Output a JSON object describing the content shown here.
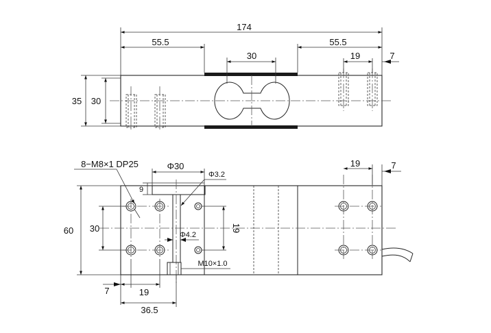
{
  "top_view": {
    "dims": {
      "length_total": "174",
      "left_offset": "55.5",
      "right_offset": "55.5",
      "center_gap": "30",
      "hole_pitch": "19",
      "edge_offset": "7",
      "height_outer": "35",
      "height_inner": "30"
    }
  },
  "bottom_view": {
    "dims": {
      "thread_spec": "8−M8×1 DP25",
      "diameter_30": "Φ30",
      "diameter_3_2": "Φ3.2",
      "depth_9": "9",
      "diameter_4_2": "Φ4.2",
      "thread_m10": "M10×1.0",
      "width_60": "60",
      "width_30": "30",
      "dim_19_vertical": "19",
      "hole_pitch_right": "19",
      "edge_offset_right": "7",
      "edge_offset_left": "7",
      "hole_pitch_left": "19",
      "span_36_5": "36.5"
    }
  }
}
